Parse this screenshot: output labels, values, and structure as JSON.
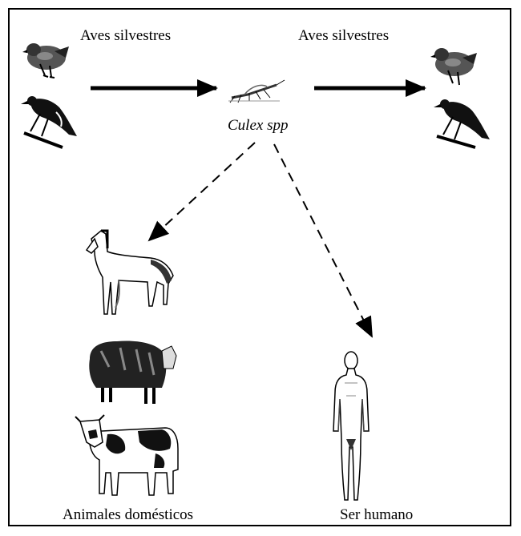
{
  "labels": {
    "wild_birds_left": "Aves silvestres",
    "wild_birds_right": "Aves silvestres",
    "vector": "Culex spp",
    "domestic_animals": "Animales domésticos",
    "human": "Ser humano"
  },
  "icons": {
    "bird_1": "pigeon-icon",
    "bird_2": "crow-icon",
    "vector": "mosquito-icon",
    "domestic_1": "horse-icon",
    "domestic_2": "sheep-icon",
    "domestic_3": "cow-icon",
    "human": "human-figure-icon"
  },
  "arrows": {
    "bird_to_vector": "solid",
    "vector_to_bird": "solid",
    "vector_to_domestic": "dashed",
    "vector_to_human": "dashed"
  },
  "colors": {
    "stroke": "#000000",
    "background": "#ffffff"
  }
}
